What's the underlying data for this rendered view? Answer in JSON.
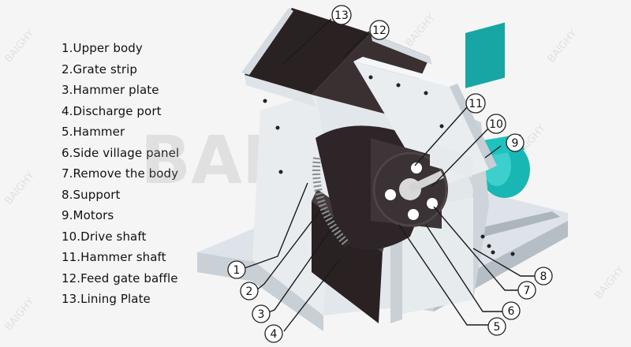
{
  "legend": [
    {
      "num": "1",
      "label": "Upper body"
    },
    {
      "num": "2",
      "label": "Grate strip"
    },
    {
      "num": "3",
      "label": "Hammer plate"
    },
    {
      "num": "4",
      "label": "Discharge port"
    },
    {
      "num": "5",
      "label": "Hammer"
    },
    {
      "num": "6",
      "label": "Side village panel"
    },
    {
      "num": "7",
      "label": "Remove the body"
    },
    {
      "num": "8",
      "label": "Support"
    },
    {
      "num": "9",
      "label": "Motors"
    },
    {
      "num": "10",
      "label": "Drive shaft"
    },
    {
      "num": "11",
      "label": "Hammer shaft"
    },
    {
      "num": "12",
      "label": "Feed gate baffle"
    },
    {
      "num": "13",
      "label": "Lining Plate"
    }
  ],
  "watermark": {
    "brand": "BAIGHY",
    "big_text": "BAI"
  },
  "colors": {
    "body": "#e3e8ec",
    "body_shadow": "#c4ccd2",
    "dark": "#2a2123",
    "rotor": "#3c3436",
    "motor": "#19b7b4",
    "callout_line": "#1a1a1a"
  }
}
